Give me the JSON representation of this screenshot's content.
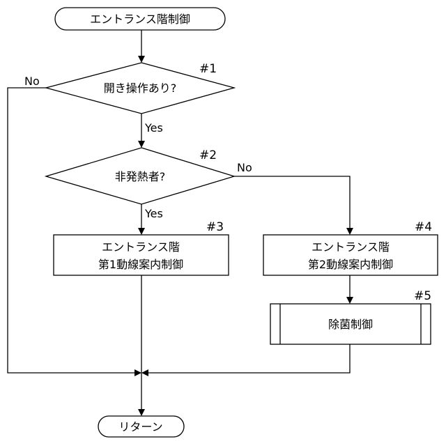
{
  "start": {
    "label": "エントランス階制御"
  },
  "decision1": {
    "label": "開き操作あり?",
    "step": "#1",
    "no": "No",
    "yes": "Yes"
  },
  "decision2": {
    "label": "非発熱者?",
    "step": "#2",
    "no": "No",
    "yes": "Yes"
  },
  "process3": {
    "line1": "エントランス階",
    "line2": "第1動線案内制御",
    "step": "#3"
  },
  "process4": {
    "line1": "エントランス階",
    "line2": "第2動線案内制御",
    "step": "#4"
  },
  "process5": {
    "label": "除菌制御",
    "step": "#5"
  },
  "end": {
    "label": "リターン"
  }
}
